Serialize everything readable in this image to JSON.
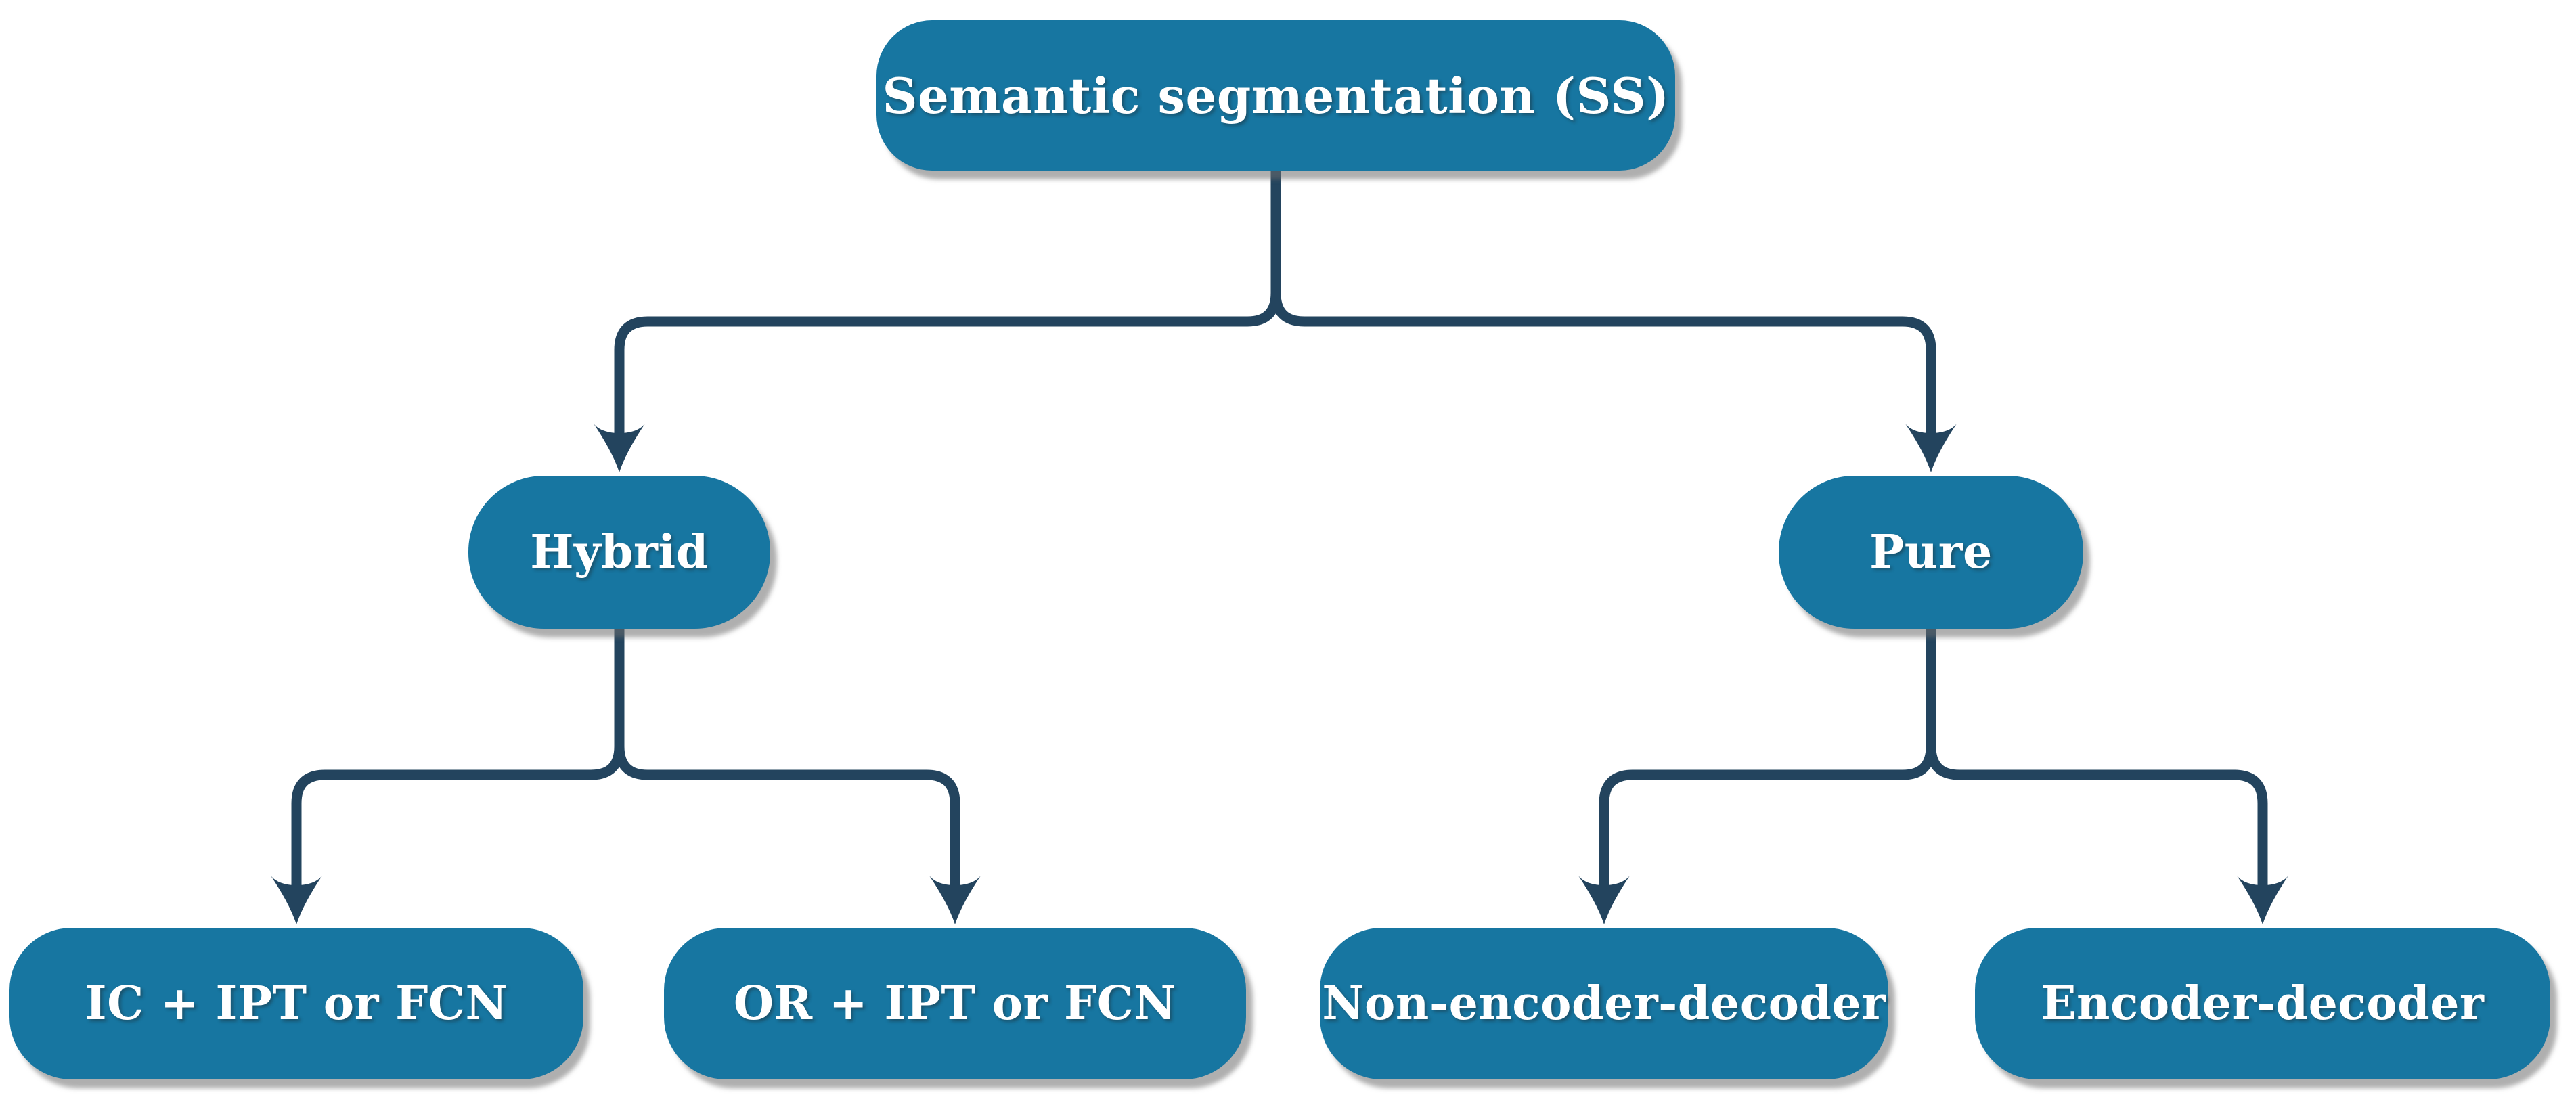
{
  "diagram": {
    "title": "Semantic segmentation taxonomy tree",
    "type": "tree-diagram",
    "colors": {
      "node_fill": "#1776A1",
      "connector": "#23445E",
      "node_text": "#FFFFFF",
      "shadow": "#B5B5B5",
      "background": "#FFFFFF"
    },
    "nodes": {
      "root": {
        "label": "Semantic segmentation (SS)",
        "level": 0
      },
      "hybrid": {
        "label": "Hybrid",
        "level": 1
      },
      "pure": {
        "label": "Pure",
        "level": 1
      },
      "leaf_ic_ipt_fcn": {
        "label": "IC + IPT or FCN",
        "level": 2
      },
      "leaf_or_ipt_fcn": {
        "label": "OR + IPT or FCN",
        "level": 2
      },
      "leaf_non_encoder_decoder": {
        "label": "Non-encoder-decoder",
        "level": 2
      },
      "leaf_encoder_decoder": {
        "label": "Encoder-decoder",
        "level": 2
      }
    },
    "edges": [
      {
        "from": "root",
        "to": "hybrid"
      },
      {
        "from": "root",
        "to": "pure"
      },
      {
        "from": "hybrid",
        "to": "leaf_ic_ipt_fcn"
      },
      {
        "from": "hybrid",
        "to": "leaf_or_ipt_fcn"
      },
      {
        "from": "pure",
        "to": "leaf_non_encoder_decoder"
      },
      {
        "from": "pure",
        "to": "leaf_encoder_decoder"
      }
    ]
  }
}
